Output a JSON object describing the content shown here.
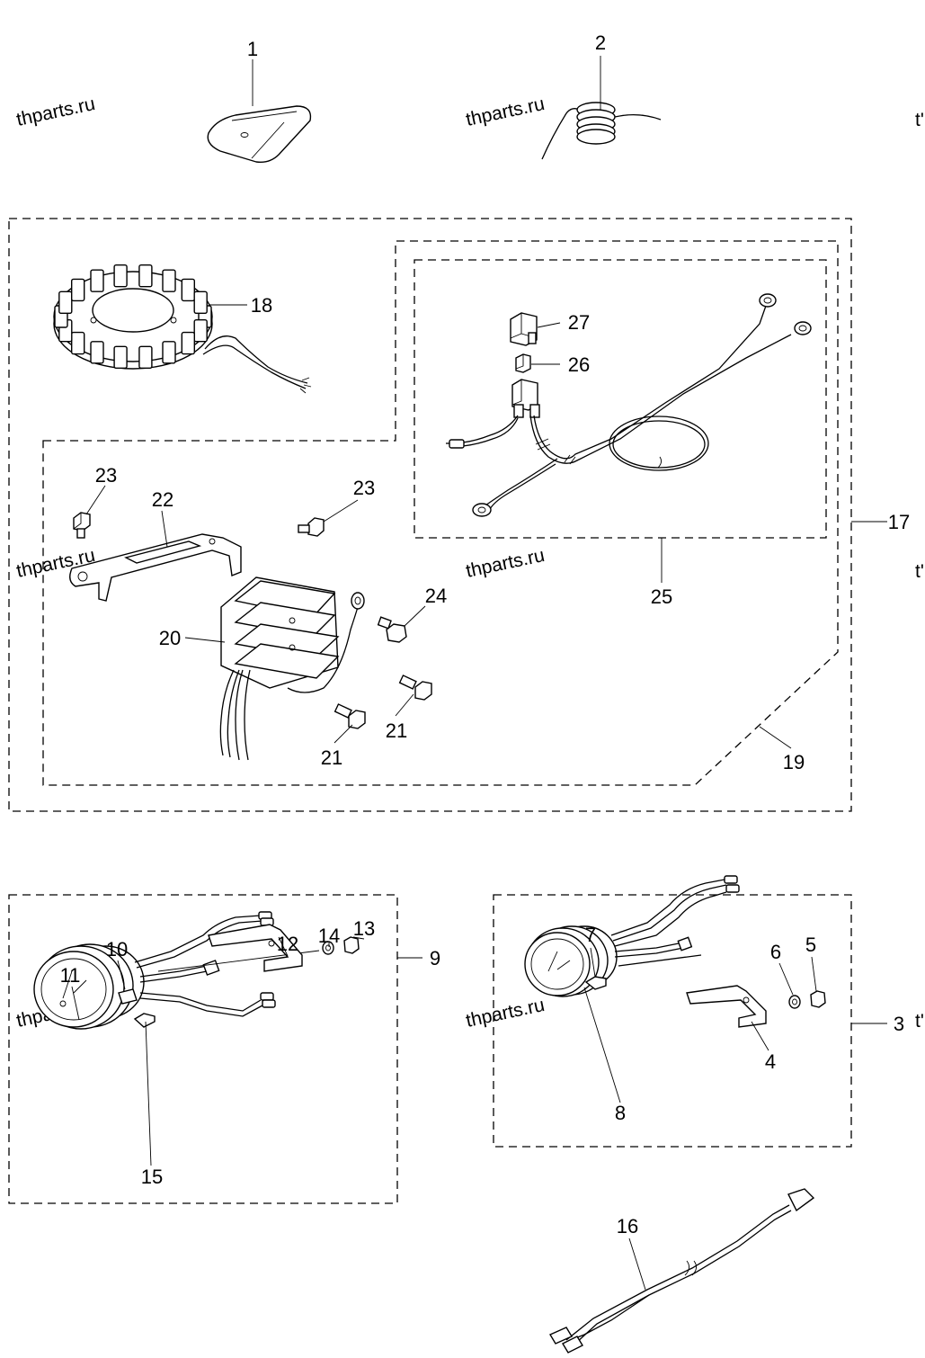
{
  "watermark": "thparts.ru",
  "watermark_clipped": "t'",
  "callouts": [
    "1",
    "2",
    "3",
    "4",
    "5",
    "6",
    "7",
    "8",
    "9",
    "10",
    "11",
    "12",
    "13",
    "14",
    "15",
    "16",
    "17",
    "18",
    "19",
    "20",
    "21",
    "21",
    "22",
    "23",
    "23",
    "24",
    "25",
    "26",
    "27"
  ]
}
